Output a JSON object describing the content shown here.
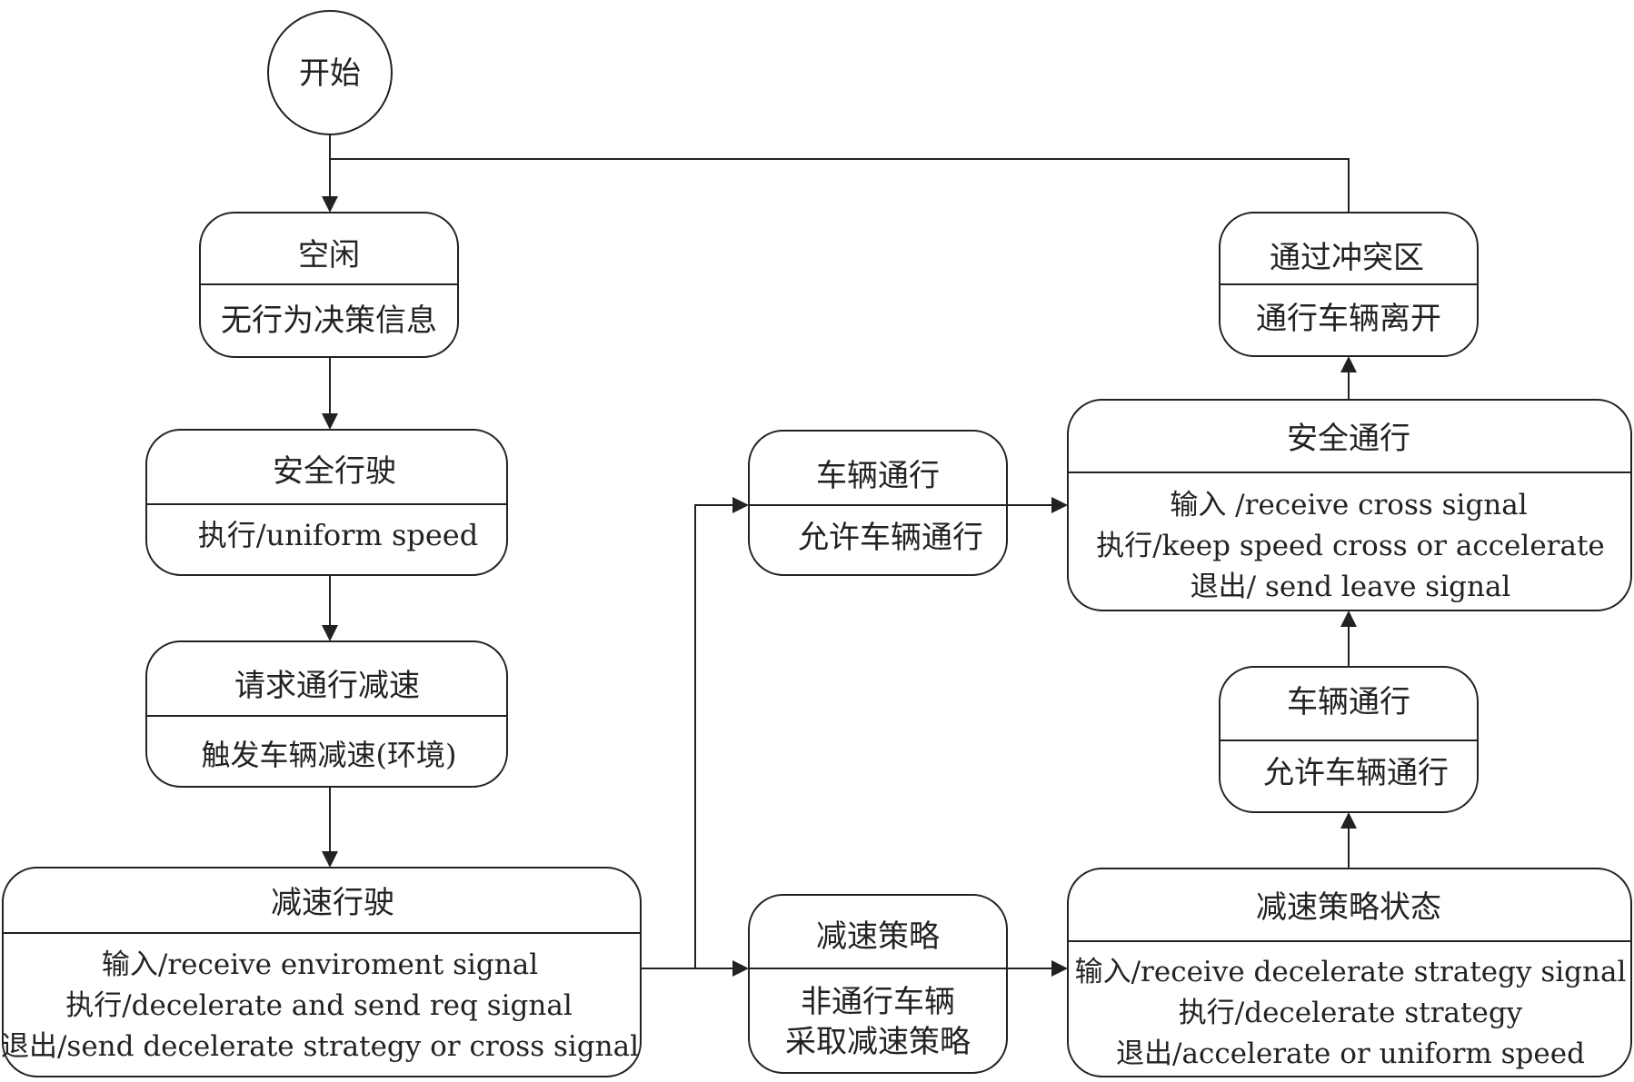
{
  "start": {
    "label": "开始"
  },
  "idle": {
    "title": "空闲",
    "lines": [
      "无行为决策信息"
    ]
  },
  "safe_driving": {
    "title": "安全行驶",
    "lines": [
      "执行/uniform speed"
    ]
  },
  "request_slowdown": {
    "title": "请求通行减速",
    "lines": [
      "触发车辆减速(环境)"
    ]
  },
  "decel_driving": {
    "title": "减速行驶",
    "lines": [
      "输入/receive enviroment signal",
      "执行/decelerate and send req signal",
      "退出/send decelerate strategy or cross signal"
    ]
  },
  "vehicle_pass_top": {
    "title": "车辆通行",
    "lines": [
      "允许车辆通行"
    ]
  },
  "decel_strategy": {
    "title": "减速策略",
    "lines": [
      "非通行车辆",
      "采取减速策略"
    ]
  },
  "safe_pass": {
    "title": "安全通行",
    "lines": [
      "输入 /receive cross signal",
      "执行/keep speed cross or accelerate",
      "退出/ send leave signal"
    ]
  },
  "vehicle_pass_right": {
    "title": "车辆通行",
    "lines": [
      "允许车辆通行"
    ]
  },
  "decel_strategy_state": {
    "title": "减速策略状态",
    "lines": [
      "输入/receive decelerate strategy signal",
      "执行/decelerate strategy",
      "退出/accelerate or uniform speed"
    ]
  },
  "cross_conflict": {
    "title": "通过冲突区",
    "lines": [
      "通行车辆离开"
    ]
  }
}
